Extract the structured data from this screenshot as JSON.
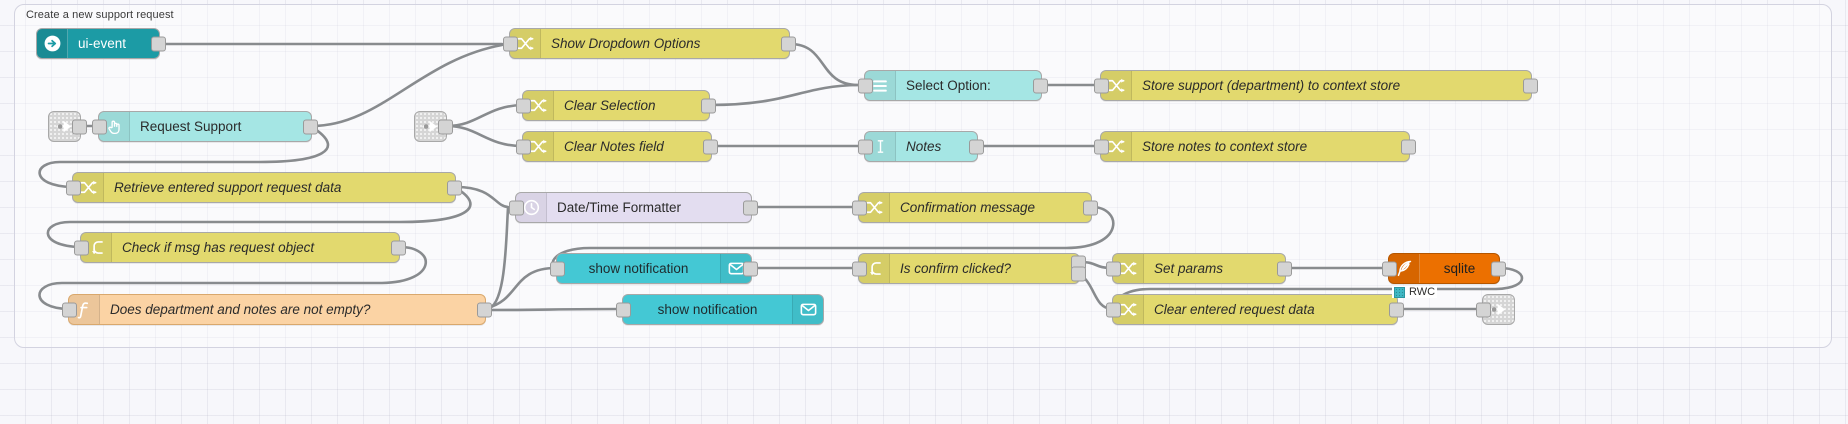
{
  "editor": {
    "app": "node-red-flow-editor",
    "canvas_bg": "#f7f7fb",
    "wire_color": "#888b8e"
  },
  "group": {
    "label": "Create a new support request"
  },
  "palette_colors": {
    "change": "#e2d96e",
    "switch": "#e2d96e",
    "function": "#fbd3a4",
    "ui_widget": "#a5e6e4",
    "ui_event": "#1c9ba5",
    "notification": "#44c8d4",
    "datetime": "#e3ddf0",
    "sqlite": "#ec7000",
    "link": "#d5d5d5"
  },
  "nodes": [
    {
      "id": "ui-event",
      "label": "ui-event",
      "type": "ui_event",
      "icon": "arrow-circle-right-icon",
      "italic": false
    },
    {
      "id": "show-dropdown",
      "label": "Show Dropdown Options",
      "type": "change",
      "icon": "change-shuffle-icon",
      "italic": true
    },
    {
      "id": "select-option",
      "label": "Select Option:",
      "type": "ui_widget",
      "icon": "dropdown-list-icon",
      "italic": false
    },
    {
      "id": "store-support",
      "label": "Store support (department) to context store",
      "type": "change",
      "icon": "change-shuffle-icon",
      "italic": true
    },
    {
      "id": "request-support",
      "label": "Request Support",
      "type": "ui_widget",
      "icon": "pointer-hand-icon",
      "italic": false
    },
    {
      "id": "clear-selection",
      "label": "Clear Selection",
      "type": "change",
      "icon": "change-shuffle-icon",
      "italic": true
    },
    {
      "id": "clear-notes",
      "label": "Clear Notes field",
      "type": "change",
      "icon": "change-shuffle-icon",
      "italic": true
    },
    {
      "id": "notes",
      "label": "Notes",
      "type": "ui_widget",
      "icon": "text-cursor-icon",
      "italic": true
    },
    {
      "id": "store-notes",
      "label": "Store notes to context store",
      "type": "change",
      "icon": "change-shuffle-icon",
      "italic": true
    },
    {
      "id": "retrieve-data",
      "label": "Retrieve entered support request data",
      "type": "change",
      "icon": "change-shuffle-icon",
      "italic": true
    },
    {
      "id": "datetime",
      "label": "Date/Time Formatter",
      "type": "datetime",
      "icon": "clock-icon",
      "italic": false
    },
    {
      "id": "confirmation-msg",
      "label": "Confirmation message",
      "type": "change",
      "icon": "change-shuffle-icon",
      "italic": true
    },
    {
      "id": "check-msg",
      "label": "Check if msg has request object",
      "type": "switch",
      "icon": "switch-branch-icon",
      "italic": true
    },
    {
      "id": "notify-top",
      "label": "show notification",
      "type": "notification",
      "icon": "envelope-icon",
      "italic": false
    },
    {
      "id": "is-confirm",
      "label": "Is confirm clicked?",
      "type": "switch",
      "icon": "switch-branch-icon",
      "italic": true
    },
    {
      "id": "set-params",
      "label": "Set params",
      "type": "change",
      "icon": "change-shuffle-icon",
      "italic": true
    },
    {
      "id": "sqlite",
      "label": "sqlite",
      "type": "sqlite",
      "icon": "feather-icon",
      "italic": false
    },
    {
      "id": "dept-notes-empty",
      "label": "Does department and notes are not empty?",
      "type": "function",
      "icon": "function-f-icon",
      "italic": true
    },
    {
      "id": "notify-bottom",
      "label": "show notification",
      "type": "notification",
      "icon": "envelope-icon",
      "italic": false
    },
    {
      "id": "clear-request",
      "label": "Clear entered request data",
      "type": "change",
      "icon": "change-shuffle-icon",
      "italic": true
    }
  ],
  "link_nodes": [
    {
      "id": "link-in-request",
      "kind": "link-in-icon"
    },
    {
      "id": "link-in-mid",
      "kind": "link-in-icon"
    },
    {
      "id": "link-out-end",
      "kind": "link-out-icon"
    }
  ],
  "status_badges": [
    {
      "for": "sqlite",
      "text": "RWC",
      "dot_color": "#3fb8c4"
    }
  ]
}
